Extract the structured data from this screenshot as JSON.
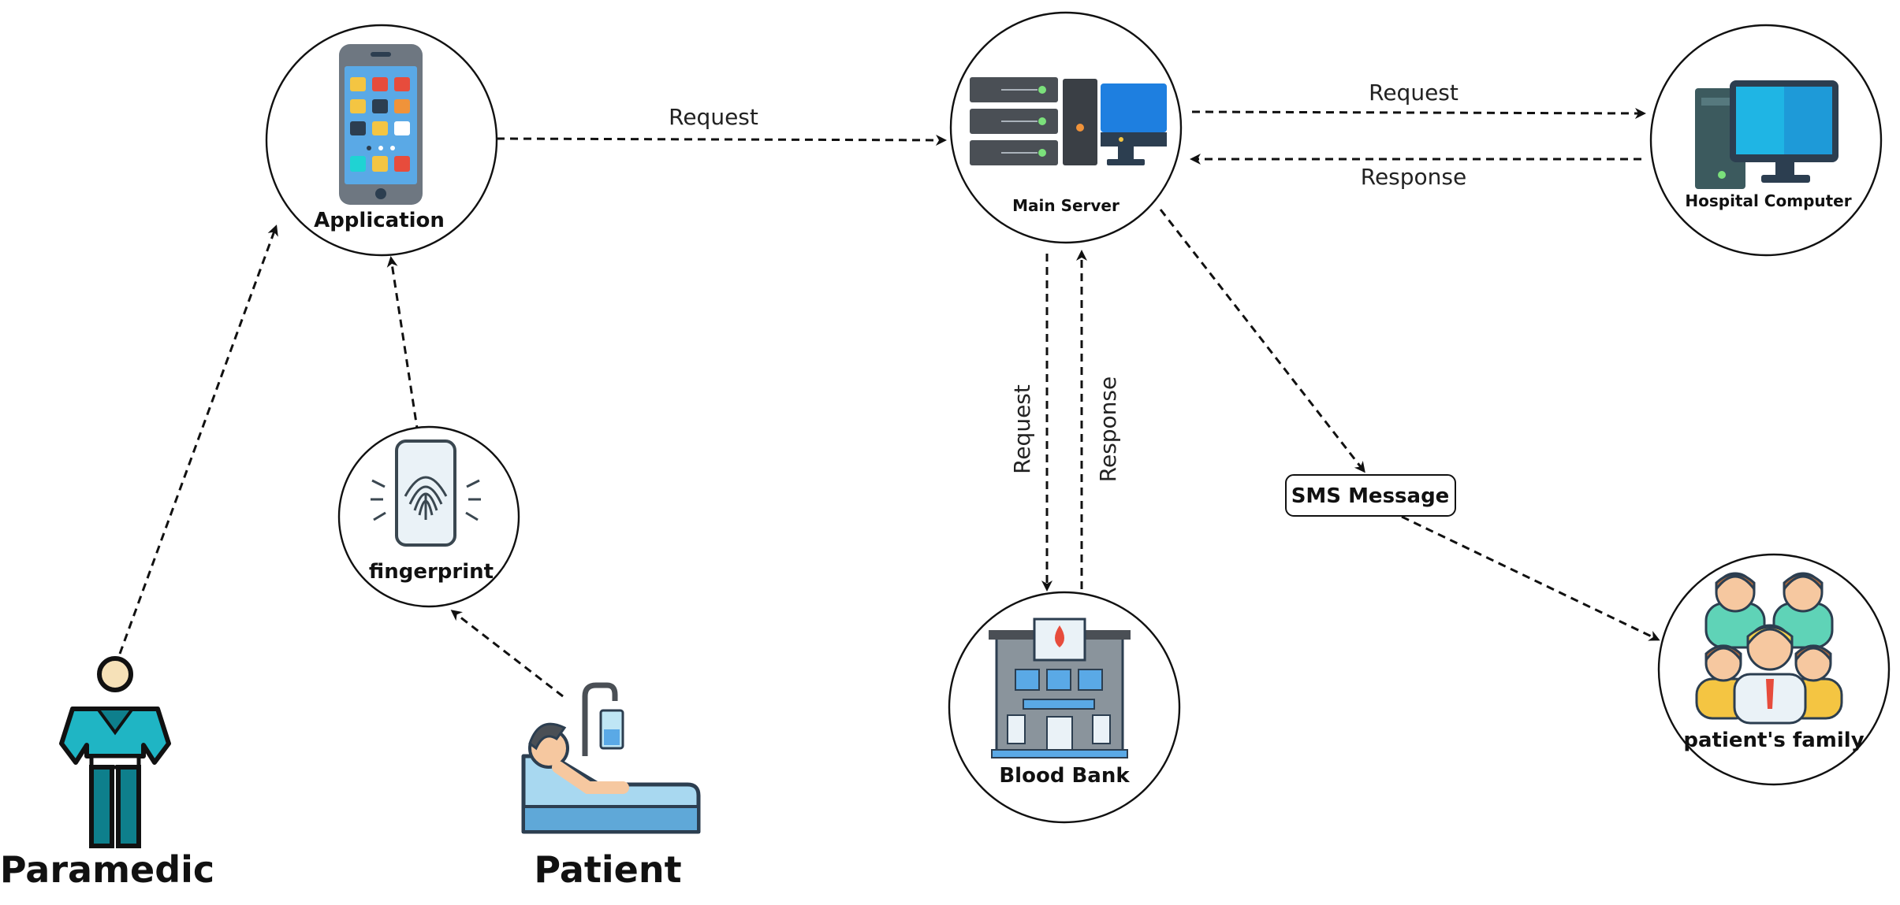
{
  "nodes": {
    "application": {
      "label": "Application"
    },
    "main_server": {
      "label": "Main Server"
    },
    "hospital_computer": {
      "label": "Hospital Computer"
    },
    "fingerprint": {
      "label": "fingerprint"
    },
    "blood_bank": {
      "label": "Blood Bank"
    },
    "patients_family": {
      "label": "patient's family"
    },
    "paramedic": {
      "label": "Paramedic"
    },
    "patient": {
      "label": "Patient"
    }
  },
  "edges": {
    "app_to_server": "Request",
    "server_to_hospital": "Request",
    "hospital_to_server": "Response",
    "server_to_bloodbank": "Request",
    "bloodbank_to_server": "Response",
    "sms_message": "SMS Message"
  },
  "colors": {
    "teal": "#1fb5c4",
    "dark_teal": "#0e7f8c",
    "navy": "#2c3e50",
    "phone_gray": "#6e7781",
    "screen_blue": "#5aa9e6",
    "monitor_blue": "#1e7fe0",
    "server_gray": "#4a4f55",
    "hair_brown": "#b06a3b",
    "skin": "#f6c8a0",
    "blood_red": "#e74c3c"
  },
  "icons": {
    "application": "smartphone-icon",
    "main_server": "server-rack-icon",
    "hospital_computer": "desktop-computer-icon",
    "fingerprint": "fingerprint-phone-icon",
    "blood_bank": "blood-bank-building-icon",
    "patients_family": "family-group-icon",
    "paramedic": "paramedic-person-icon",
    "patient": "patient-bed-icon"
  }
}
